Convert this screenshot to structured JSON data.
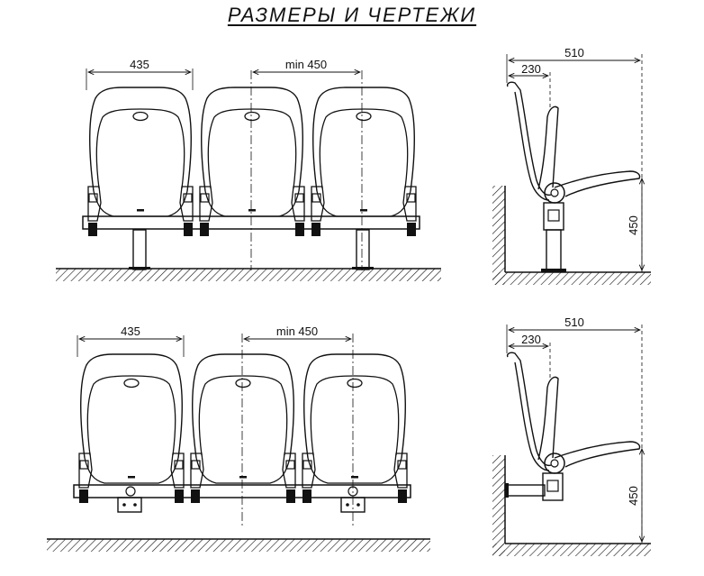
{
  "title": "РАЗМЕРЫ И ЧЕРТЕЖИ",
  "front_views": [
    {
      "seat_width": "435",
      "seat_spacing": "min 450"
    },
    {
      "seat_width": "435",
      "seat_spacing": "min 450"
    }
  ],
  "side_views": [
    {
      "depth_total": "510",
      "depth_folded": "230",
      "seat_height": "450"
    },
    {
      "depth_total": "510",
      "depth_folded": "230",
      "seat_height": "450"
    }
  ]
}
